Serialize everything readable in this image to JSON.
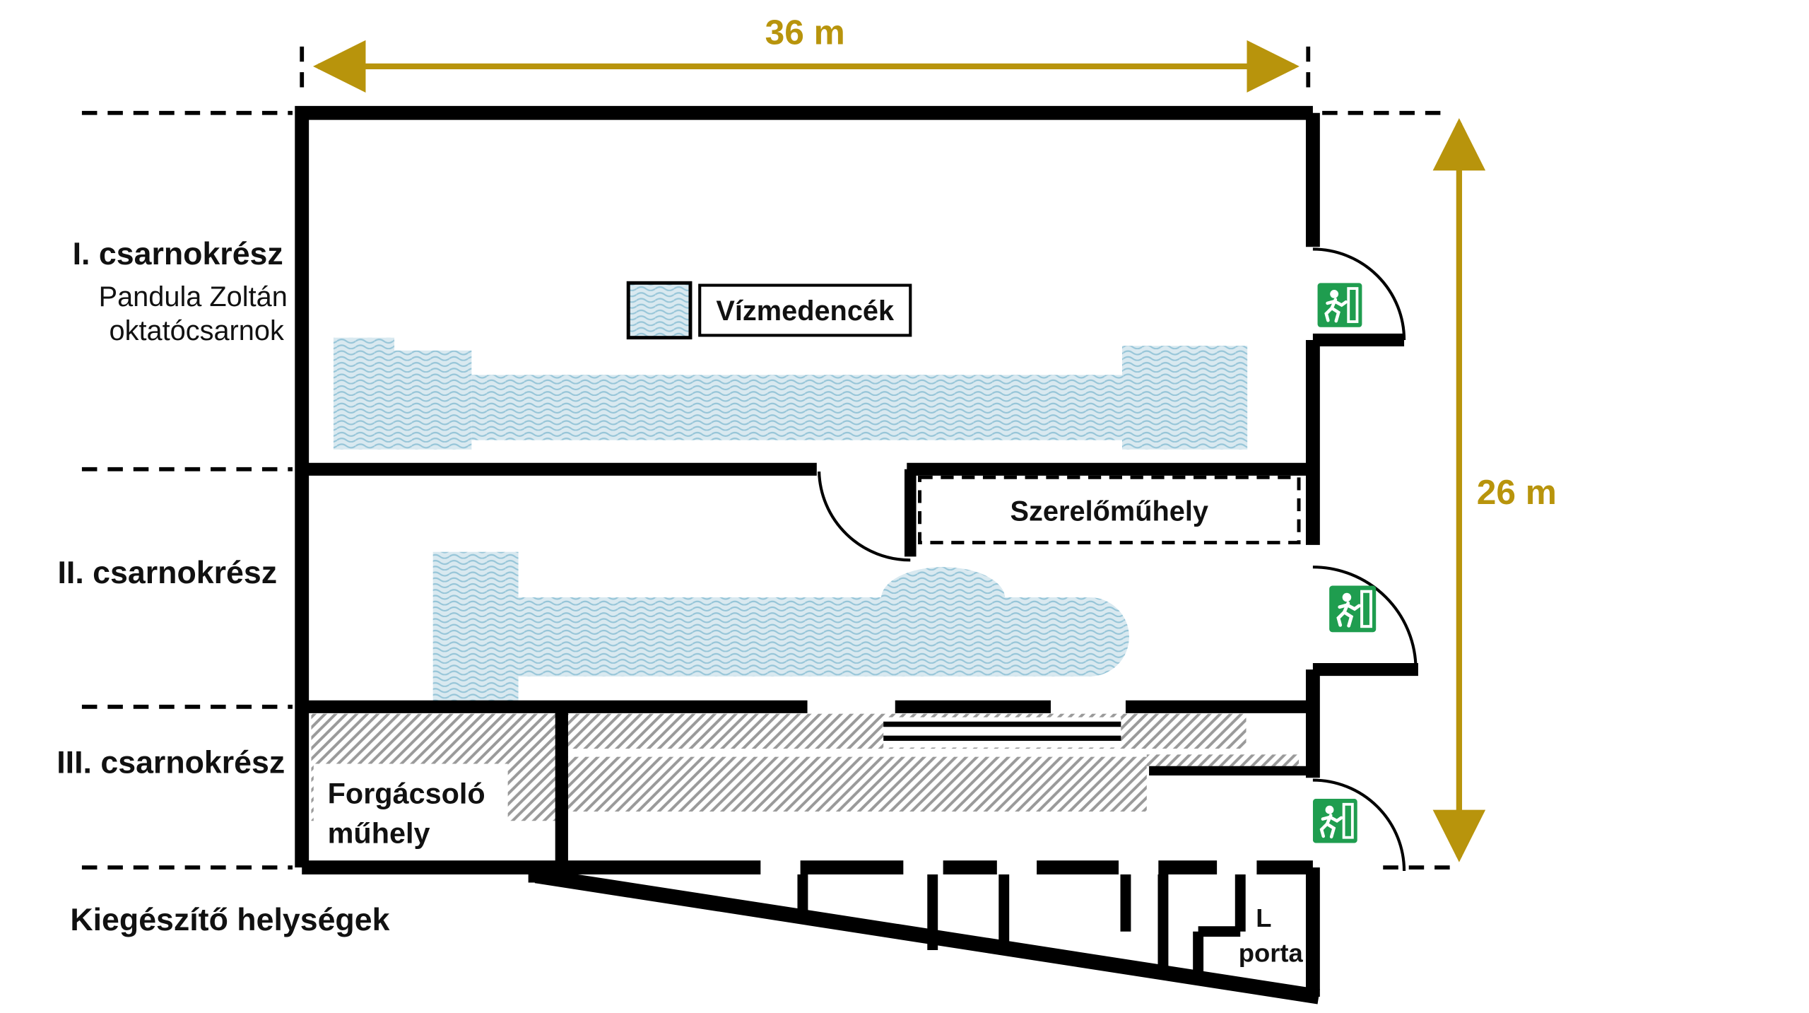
{
  "dimensions": {
    "width": "36 m",
    "height": "26 m"
  },
  "sections": {
    "one": {
      "title": "I. csarnokrész",
      "subtitle1": "Pandula Zoltán",
      "subtitle2": "oktatócsarnok"
    },
    "two": {
      "title": "II. csarnokrész"
    },
    "three": {
      "title": "III. csarnokrész"
    },
    "annex": {
      "title": "Kiegészítő helységek"
    }
  },
  "legend": {
    "water": "Vízmedencék"
  },
  "rooms": {
    "assembly_workshop": "Szerelőműhely",
    "machining_line1": "Forgácsoló",
    "machining_line2": "műhely",
    "gate_letter": "L",
    "gate": "porta"
  },
  "icons": {
    "exit": "emergency-exit-running-man"
  },
  "colors": {
    "dimension_gold": "#b8940c",
    "exit_green": "#1f9d4f",
    "water_base": "#d9e9f0",
    "water_wave": "#96c5d8",
    "hatch_gray": "#9a9a9a",
    "wall_black": "#000000"
  }
}
